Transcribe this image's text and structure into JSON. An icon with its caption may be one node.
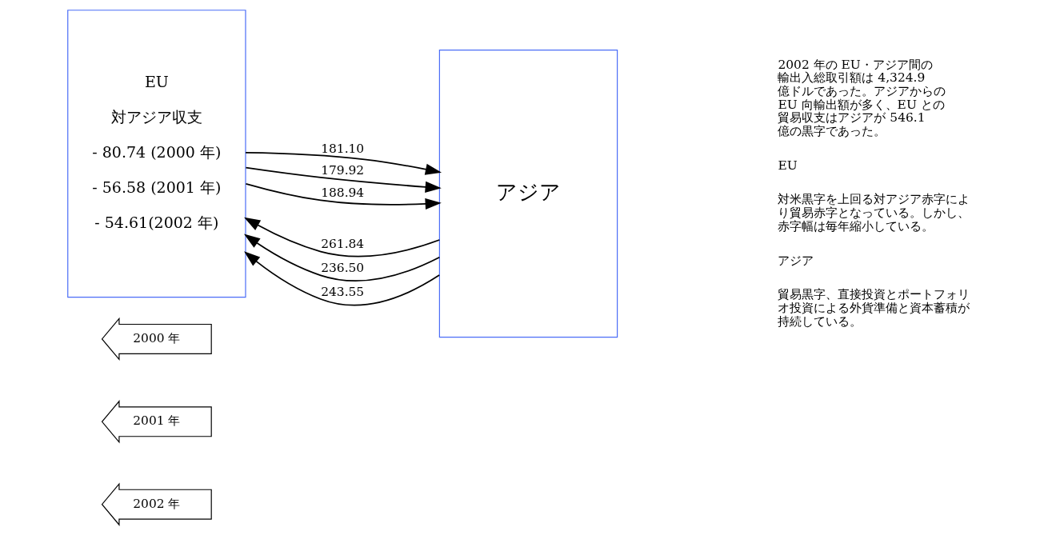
{
  "diagram": {
    "nodes": [
      {
        "text": [
          "EU",
          "対アジア収支",
          "- 80.74 (2000 年)",
          "- 56.58 (2001 年)",
          "- 54.61(2002 年)"
        ]
      },
      {
        "text": [
          "アジア"
        ]
      },
      {
        "text": [
          "2000 年"
        ]
      },
      {
        "text": [
          "2001 年"
        ]
      },
      {
        "text": [
          "2002 年"
        ]
      }
    ],
    "edges": [
      {
        "from": 1,
        "to": 0,
        "arrow": "to",
        "label": "261.84"
      },
      {
        "from": 1,
        "to": 0,
        "arrow": "to",
        "label": "236.50"
      },
      {
        "from": 1,
        "to": 0,
        "arrow": "to",
        "label": "243.55"
      },
      {
        "from": 0,
        "to": 1,
        "arrow": "to",
        "label": "181.10"
      },
      {
        "from": 0,
        "to": 1,
        "arrow": "to",
        "label": "179.92"
      },
      {
        "from": 0,
        "to": 1,
        "arrow": "to",
        "label": "188.94"
      }
    ],
    "labels": [
      "2002 年の EU・アジア間の輸出入総取引額は 4,324.9 億ドルであった。アジアからの EU 向輸出額が多く、EU との貿易収支はアジアが 546.1 億の黒字であった。",
      "EU",
      "対米黒字を上回る対アジア赤字により貿易赤字となっている。しかし、赤字幅は毎年縮小している。",
      "アジア",
      "貿易黒字、直接投資とポートフォリオ投資による外貨準備と資本蓄積が持続している。"
    ]
  }
}
